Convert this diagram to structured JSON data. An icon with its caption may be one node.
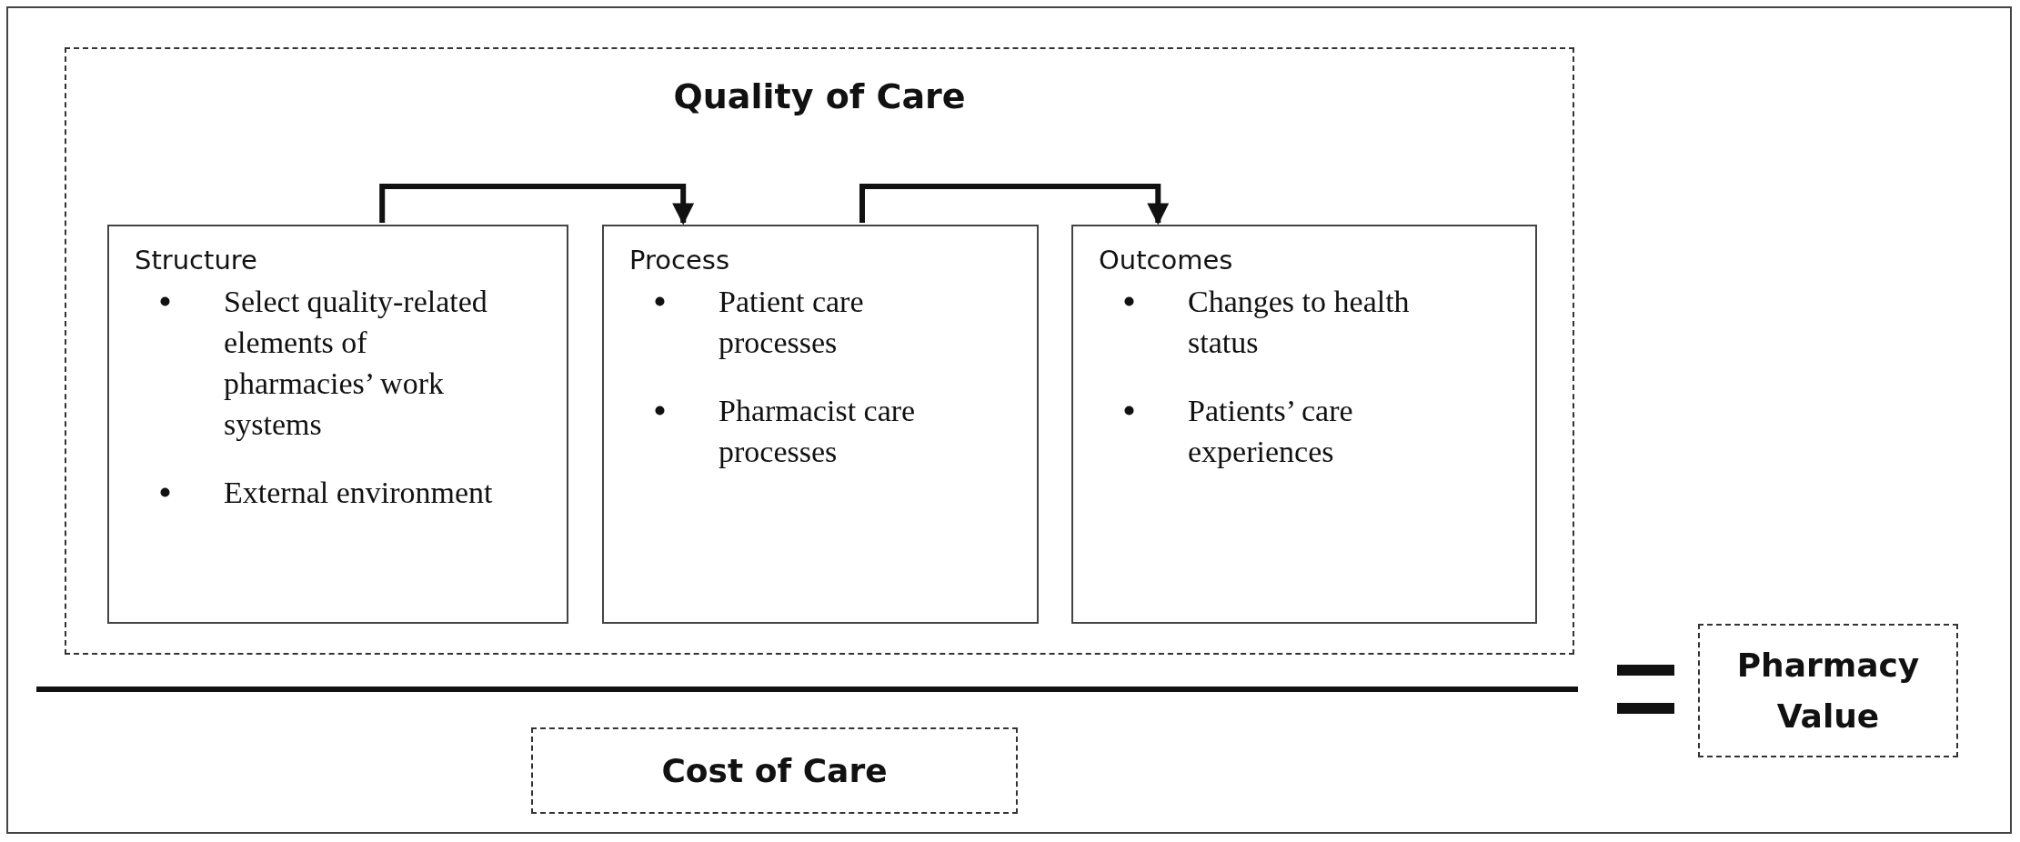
{
  "diagram": {
    "nodes": [
      {
        "text": [
          "Quality of Care"
        ]
      },
      {
        "text": [
          "Structure",
          "Select quality-related elements of pharmacies’ work systems",
          "External environment"
        ],
        "in": 0
      },
      {
        "text": [
          "Process",
          "Patient care processes",
          "Pharmacist care processes"
        ],
        "in": 0
      },
      {
        "text": [
          "Outcomes",
          "Changes to health status",
          "Patients’ care experiences"
        ],
        "in": 0
      },
      {
        "text": [
          "Cost of Care"
        ]
      },
      {
        "text": [
          "Pharmacy Value"
        ]
      }
    ],
    "edges": [
      {
        "from": 1,
        "to": 2,
        "arrow": "to"
      },
      {
        "from": 2,
        "to": 3,
        "arrow": "to"
      }
    ]
  }
}
